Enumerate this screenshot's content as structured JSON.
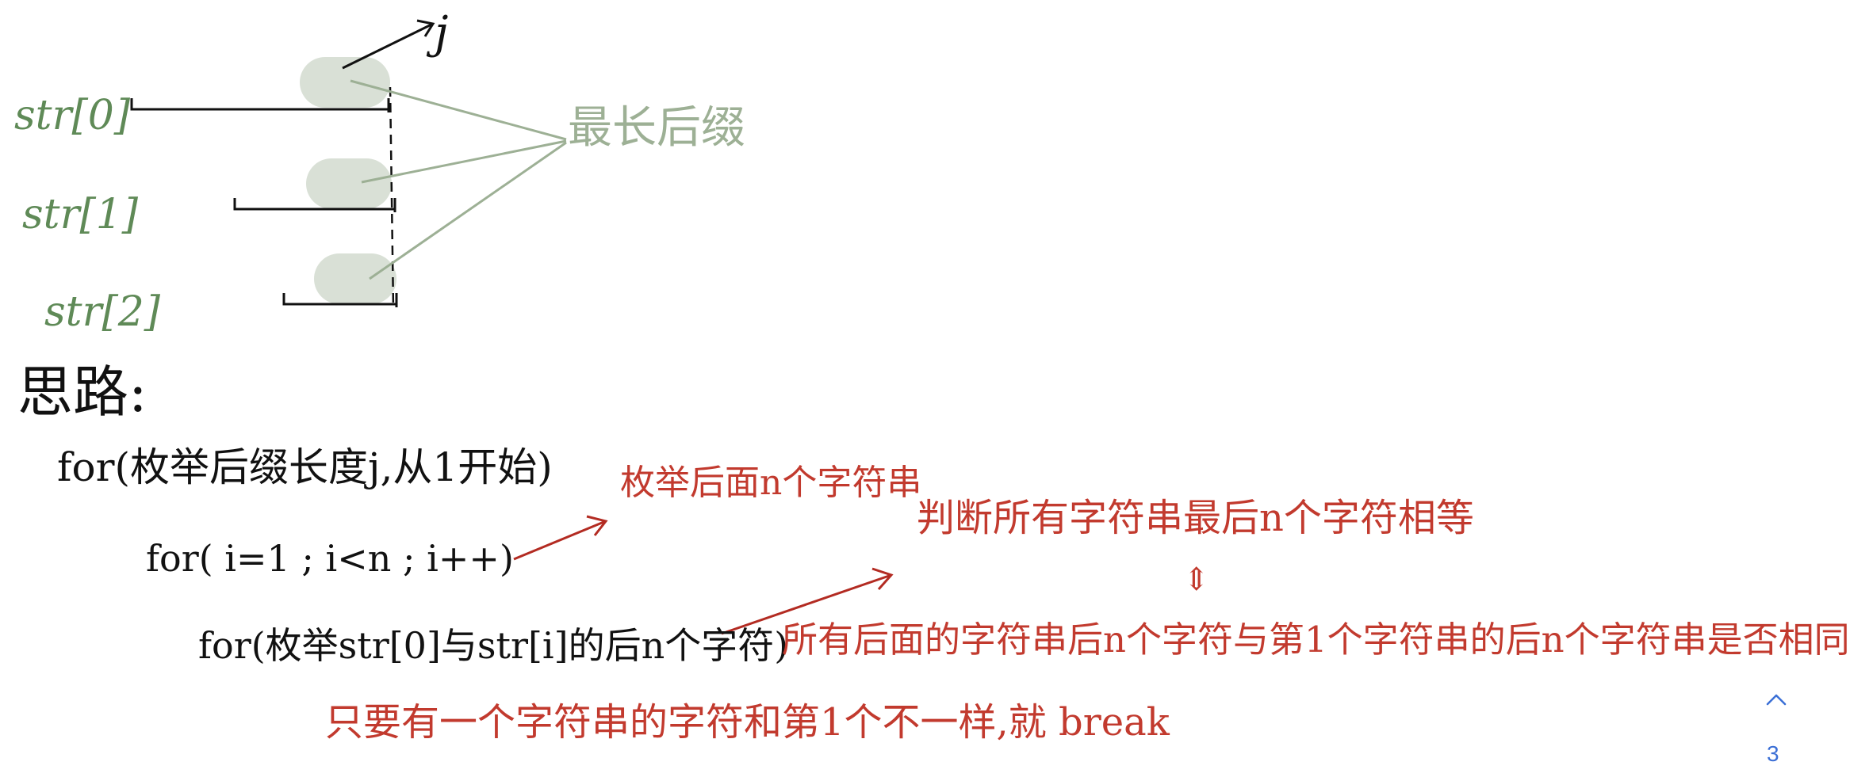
{
  "colors": {
    "green": "#5f8a57",
    "sage": "#9db095",
    "highlight": "#d9e0d6",
    "black": "#111111",
    "red": "#c23a2e",
    "page_number": "#3b6fd6"
  },
  "diagram": {
    "str_labels": [
      "str[0]",
      "str[1]",
      "str[2]"
    ],
    "j_label": "j",
    "longest_suffix_label": "最长后缀"
  },
  "approach": {
    "heading": "思路:",
    "outer_loop": "for(枚举后缀长度j,从1开始)",
    "middle_loop": "for( i=1 ; i<n ; i++)",
    "inner_loop": "for(枚举str[0]与str[i]的后n个字符)"
  },
  "annotations": {
    "enumerate_suffix": "枚举后面n个字符串",
    "judge_equal": "判断所有字符串最后n个字符相等",
    "equivalent": "⇕",
    "compare_prev": "所有后面的字符串后n个字符与第1个字符串的后n个字符串是否相同",
    "break_note": "只要有一个字符串的字符和第1个不一样,就 break"
  },
  "ui": {
    "collapse_icon": "chevron-up-icon",
    "page_number": "3"
  }
}
